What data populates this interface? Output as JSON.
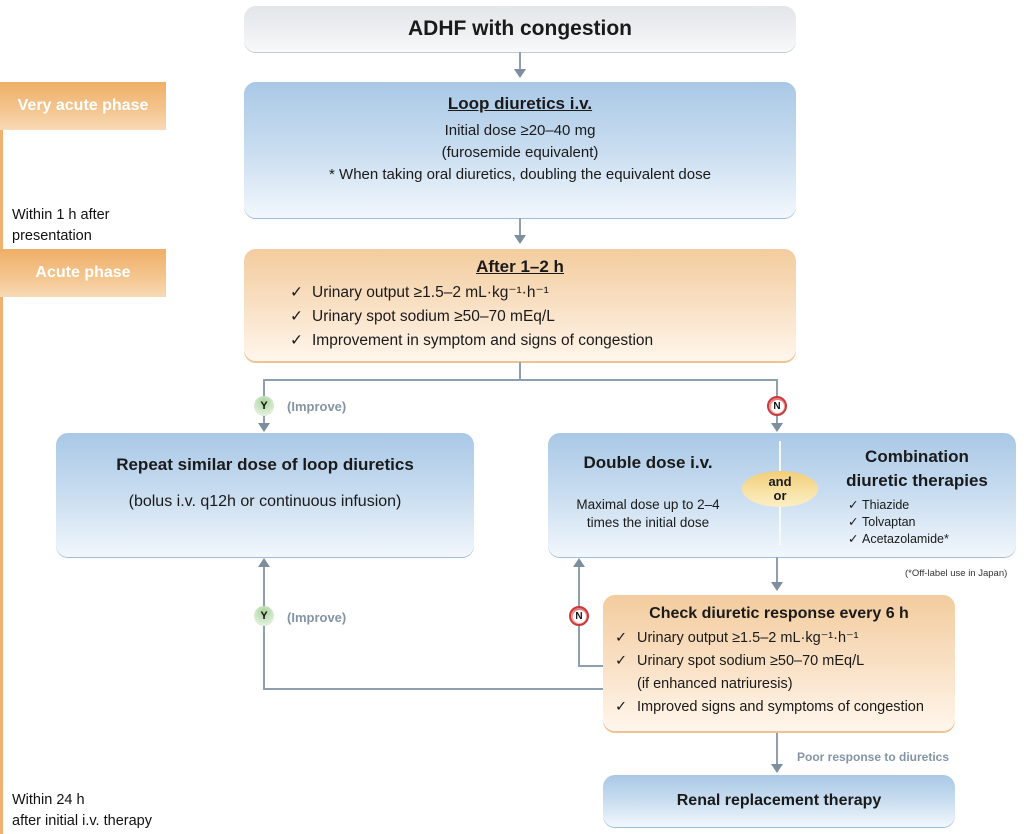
{
  "start": {
    "title": "ADHF with congestion"
  },
  "phases": [
    {
      "label": "Very acute phase"
    },
    {
      "label": "Acute phase"
    }
  ],
  "time_notes": [
    {
      "line1": "Within 1 h after",
      "line2": "presentation"
    },
    {
      "line1": "Within 24 h",
      "line2": "after initial i.v. therapy"
    }
  ],
  "loop_diuretics": {
    "title": "Loop diuretics i.v.",
    "line1": "Initial dose ≥20–40 mg",
    "line2": "(furosemide equivalent)",
    "line3": "* When taking oral diuretics, doubling the equivalent dose"
  },
  "after_1_2h": {
    "title": "After 1–2 h",
    "items": [
      {
        "check": "✓",
        "text": "Urinary output ≥1.5–2 mL·kg⁻¹·h⁻¹"
      },
      {
        "check": "✓",
        "text": "Urinary spot sodium ≥50–70 mEq/L"
      },
      {
        "check": "✓",
        "text": "Improvement in symptom and signs of congestion"
      }
    ]
  },
  "decision": {
    "yes_badge": "Y",
    "no_badge": "N",
    "improve_label": "(Improve)"
  },
  "repeat_dose": {
    "title": "Repeat similar dose of loop diuretics",
    "subtitle": "(bolus i.v. q12h or continuous infusion)"
  },
  "escalation": {
    "double_title": "Double dose i.v.",
    "double_line1": "Maximal dose up to 2–4",
    "double_line2": "times the initial dose",
    "connector_line1": "and",
    "connector_line2": "or",
    "combo_title_line1": "Combination",
    "combo_title_line2": "diuretic therapies",
    "combo_items": [
      {
        "check": "✓",
        "text": "Thiazide"
      },
      {
        "check": "✓",
        "text": "Tolvaptan"
      },
      {
        "check": "✓",
        "text": "Acetazolamide*"
      }
    ],
    "footnote": "(*Off-label use in Japan)"
  },
  "check_response": {
    "title": "Check diuretic response every 6 h",
    "items": [
      {
        "check": "✓",
        "text": "Urinary output ≥1.5–2 mL·kg⁻¹·h⁻¹"
      },
      {
        "check": "✓",
        "text": "Urinary spot sodium ≥50–70 mEq/L"
      },
      {
        "check": "",
        "text": "(if enhanced natriuresis)"
      },
      {
        "check": "✓",
        "text": "Improved signs and symptoms of congestion"
      }
    ]
  },
  "poor_response_label": "Poor response to diuretics",
  "renal": {
    "title": "Renal replacement therapy"
  }
}
